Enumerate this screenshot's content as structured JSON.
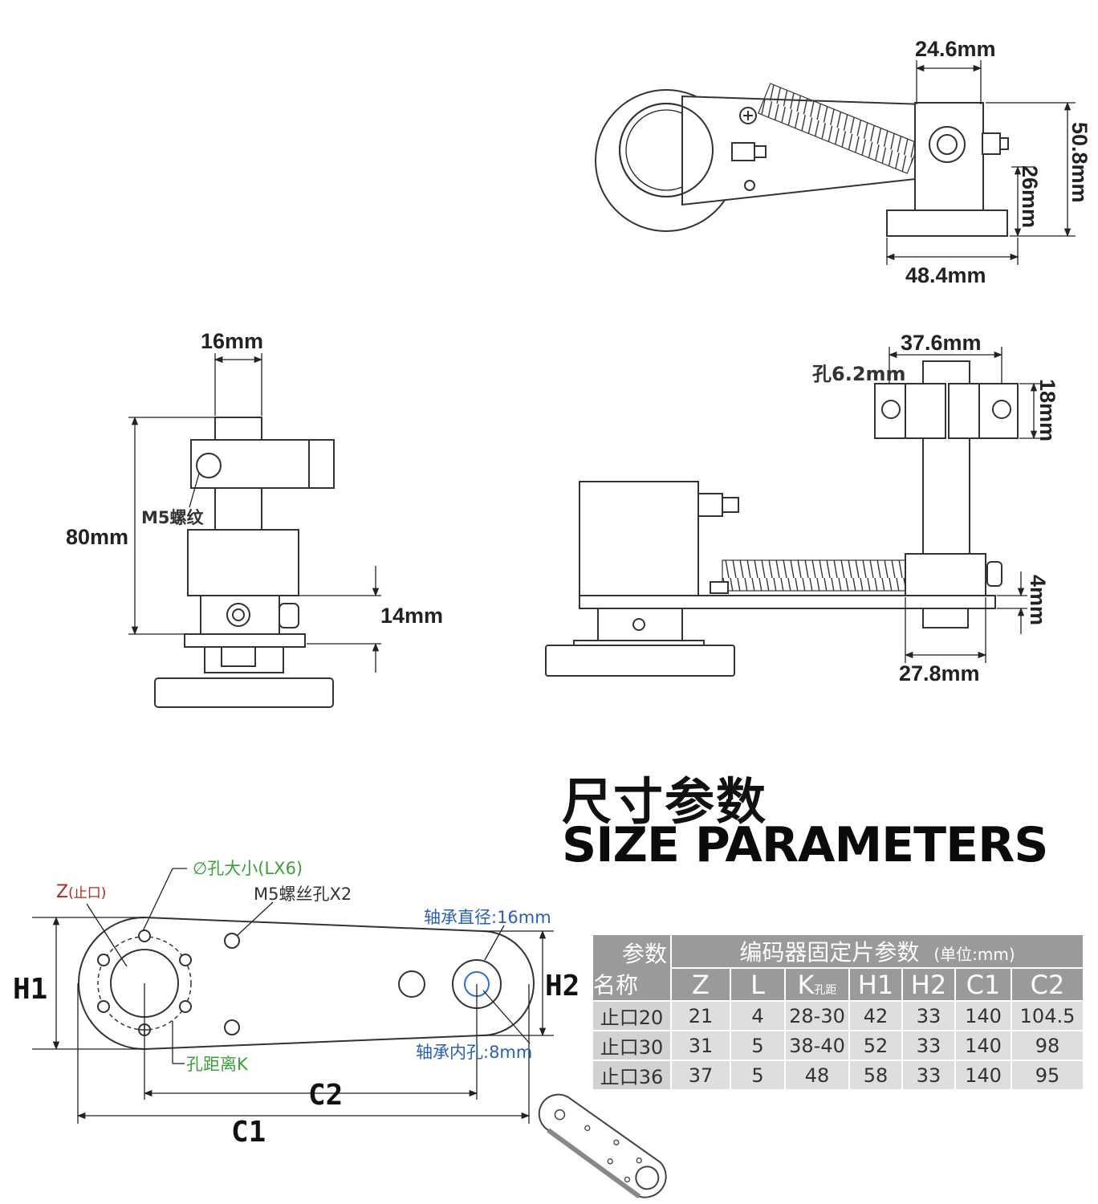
{
  "top_view": {
    "dim_width": "24.6mm",
    "dim_height": "50.8mm",
    "dim_base_height": "26mm",
    "dim_base_width": "48.4mm"
  },
  "front_view": {
    "dim_width": "16mm",
    "dim_height": "80mm",
    "thread_label": "M5螺纹",
    "dim_clamp": "14mm"
  },
  "side_view": {
    "dim_width": "37.6mm",
    "hole_label": "孔6.2mm",
    "dim_clamp": "18mm",
    "dim_plate": "4mm",
    "dim_base": "27.8mm"
  },
  "title": {
    "cn": "尺寸参数",
    "en": "SIZE PARAMETERS"
  },
  "bracket": {
    "label_z": "Z",
    "label_z_sub": "(止口)",
    "label_hole_size": "∅孔大小(LX6)",
    "label_m5": "M5螺丝孔X2",
    "label_bearing_dia": "轴承直径:16mm",
    "label_bearing_hole": "轴承内孔:8mm",
    "label_k": "孔距离K",
    "label_h1": "H1",
    "label_h2": "H2",
    "label_c1": "C1",
    "label_c2": "C2"
  },
  "table": {
    "corner_top": "参数",
    "corner_bottom": "名称",
    "title": "编码器固定片参数",
    "unit": "(单位:mm)",
    "columns": [
      "Z",
      "L",
      "K",
      "H1",
      "H2",
      "C1",
      "C2"
    ],
    "k_sub": "孔距",
    "rows": [
      {
        "name": "止口20",
        "values": [
          "21",
          "4",
          "28-30",
          "42",
          "33",
          "140",
          "104.5"
        ]
      },
      {
        "name": "止口30",
        "values": [
          "31",
          "5",
          "38-40",
          "52",
          "33",
          "140",
          "98"
        ]
      },
      {
        "name": "止口36",
        "values": [
          "37",
          "5",
          "48",
          "58",
          "33",
          "140",
          "95"
        ]
      }
    ]
  }
}
